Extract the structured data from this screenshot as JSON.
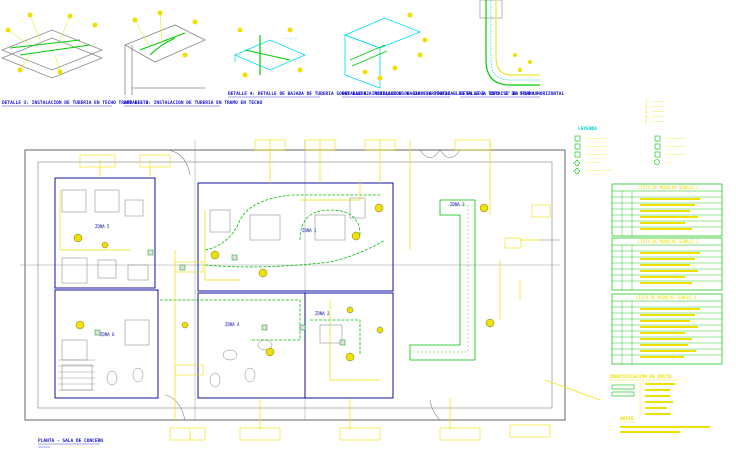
{
  "details": {
    "d1": "DETALLE 3: INSTALACION DE TUBERIA EN TECHO TRAMO RECTO",
    "d2": "DETALLE 2: INSTALACION DE TUBERIA EN TRAMO EN TECHO",
    "d3": "DETALLE 4: DETALLE DE BAJADA DE TUBERIA SOBRE BANDEJA PORTACABLES HACIA ESCRITORIO",
    "d4": "DETALLE 4: INSTALACION DE BANDEJA PORTACABLES EN VIGA TIPO \"I\" EN FORMA HORIZONTAL",
    "d5": "DETALLE 5: DETALLE DE STUB UP"
  },
  "zones": {
    "z1": "ZONA 1",
    "z2": "ZONA 2",
    "z3": "ZONA 3",
    "z4": "ZONA 4",
    "z5": "ZONA 5",
    "z6": "ZONA 6"
  },
  "legend": {
    "title": "LEYENDA",
    "rows": [
      "",
      "",
      "",
      "",
      ""
    ]
  },
  "tables": {
    "t1_title": "LISTA DE MODULOS SENALE 1",
    "t2_title": "LISTA DE MODULOS SENALE 2",
    "t3_title": "LISTA DE MODULOS SENALE 4"
  },
  "identification": {
    "title": "IDENTIFICACION DE DUCTO"
  },
  "notes": {
    "title": "NOTAS"
  },
  "plan_title": "PLANTA - SALA DE CONCERN",
  "colors": {
    "wall": "#7f7f7f",
    "room": "#1010a0",
    "cable": "#f0e000",
    "tray": "#00c000",
    "detail": "#00d8f8",
    "text_blue": "#1010d0"
  }
}
